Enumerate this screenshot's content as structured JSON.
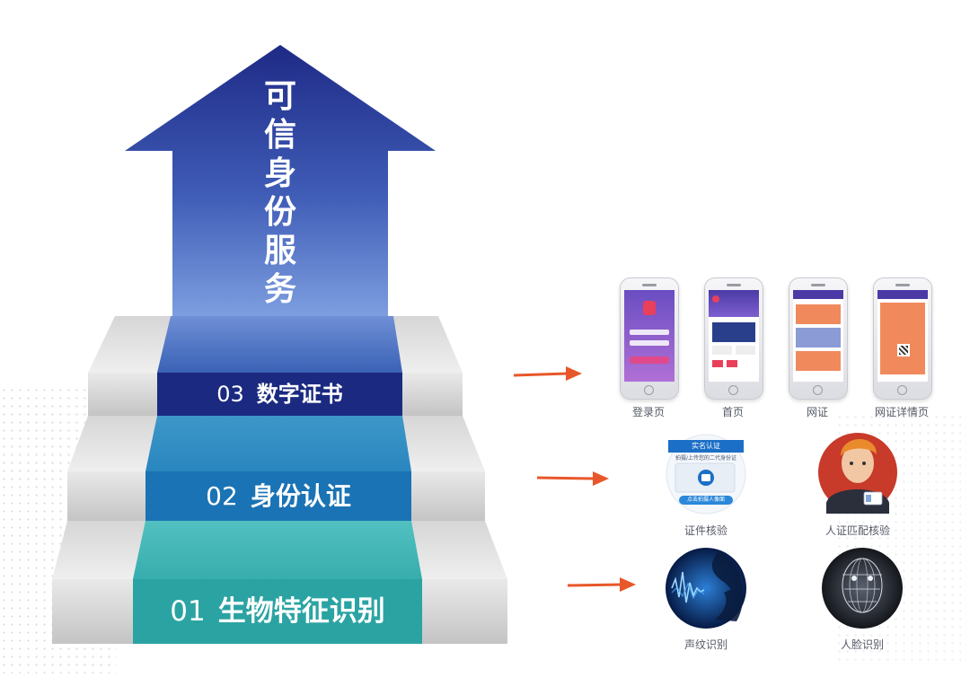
{
  "arrow": {
    "title_chars": [
      "可",
      "信",
      "身",
      "份",
      "服",
      "务"
    ]
  },
  "steps": [
    {
      "num": "03",
      "label": "数字证书"
    },
    {
      "num": "02",
      "label": "身份认证"
    },
    {
      "num": "01",
      "label": "生物特征识别"
    }
  ],
  "phones": [
    {
      "caption": "登录页"
    },
    {
      "caption": "首页"
    },
    {
      "caption": "网证"
    },
    {
      "caption": "网证详情页"
    }
  ],
  "card_verify": {
    "header": "实名认证",
    "subheader": "拍摄/上传您的二代身份证",
    "button": "点击拍摄人像面",
    "caption": "证件核验"
  },
  "face_match": {
    "caption": "人证匹配核验"
  },
  "voice": {
    "caption": "声纹识别"
  },
  "face_recognition": {
    "caption": "人脸识别"
  },
  "colors": {
    "arrow_top": "#1e2a86",
    "arrow_bottom": "#6f8fd6",
    "step03_band": "#1b2a80",
    "step02_band": "#1a73b4",
    "step01_band": "#2ba3a3",
    "pointer_arrow": "#e8572a",
    "stair_grey": "#cfcfcf"
  }
}
